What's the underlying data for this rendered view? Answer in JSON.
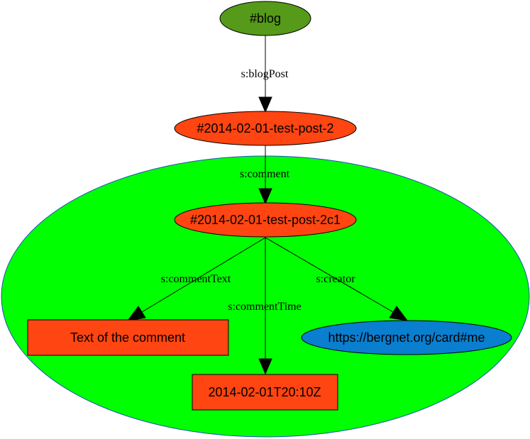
{
  "colors": {
    "background": "#ffffff",
    "cluster_fill": "#00ff00",
    "cluster_border": "#1f4fbf",
    "blog_node": "#559a19",
    "post_node": "#ff4511",
    "creator_node": "#0a7ecf",
    "edge": "#000000"
  },
  "nodes": {
    "blog": "#blog",
    "post": "#2014-02-01-test-post-2",
    "comment": "#2014-02-01-test-post-2c1",
    "comment_text": "Text of the comment",
    "comment_time": "2014-02-01T20:10Z",
    "creator": "https://bergnet.org/card#me"
  },
  "edges": {
    "blog_post": "s:blogPost",
    "comment": "s:comment",
    "comment_text": "s:commentText",
    "comment_time": "s:commentTime",
    "creator": "s:creator"
  }
}
